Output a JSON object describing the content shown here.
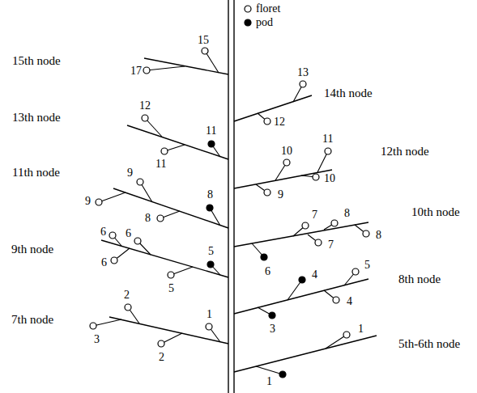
{
  "diagram": {
    "labels": [
      "15th node",
      "13th node",
      "11th node",
      "9th node",
      "7th node",
      "14th node",
      "12th node",
      "10th node",
      "8th node",
      "5th-6th node",
      "15",
      "17",
      "13",
      "12",
      "12",
      "11",
      "11",
      "10",
      "11",
      "10",
      "9",
      "9",
      "9",
      "8",
      "8",
      "7",
      "8",
      "7",
      "8",
      "6",
      "6",
      "6",
      "6",
      "5",
      "5",
      "4",
      "5",
      "4",
      "3",
      "2",
      "3",
      "2",
      "1",
      "1",
      "1"
    ],
    "legend": [
      {
        "text": "floret"
      },
      {
        "text": "pod"
      }
    ]
  }
}
